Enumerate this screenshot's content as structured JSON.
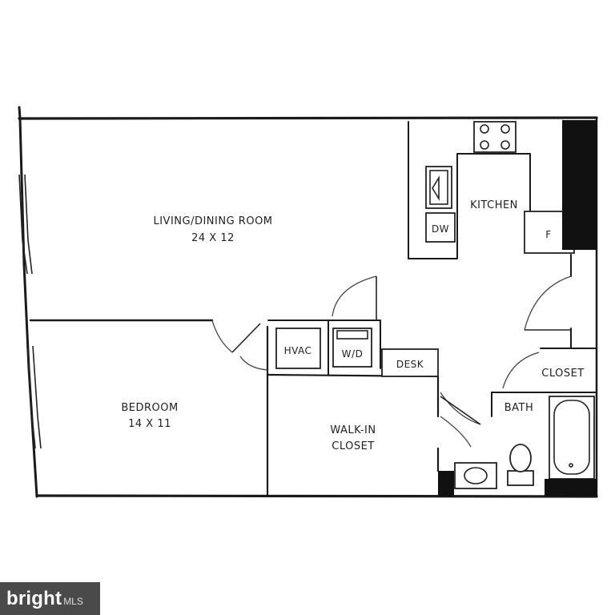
{
  "rooms": {
    "living": {
      "name": "LIVING/DINING ROOM",
      "size": "24 X 12"
    },
    "bedroom": {
      "name": "BEDROOM",
      "size": "14 X 11"
    },
    "kitchen": {
      "name": "KITCHEN"
    },
    "walkin": {
      "line1": "WALK-IN",
      "line2": "CLOSET"
    },
    "bath": {
      "name": "BATH"
    },
    "closet": {
      "name": "CLOSET"
    }
  },
  "fixtures": {
    "dishwasher": "DW",
    "fridge": "F",
    "hvac": "HVAC",
    "washer_dryer": "W/D",
    "desk": "DESK"
  },
  "watermark": {
    "brand": "bright",
    "suffix": "MLS"
  }
}
